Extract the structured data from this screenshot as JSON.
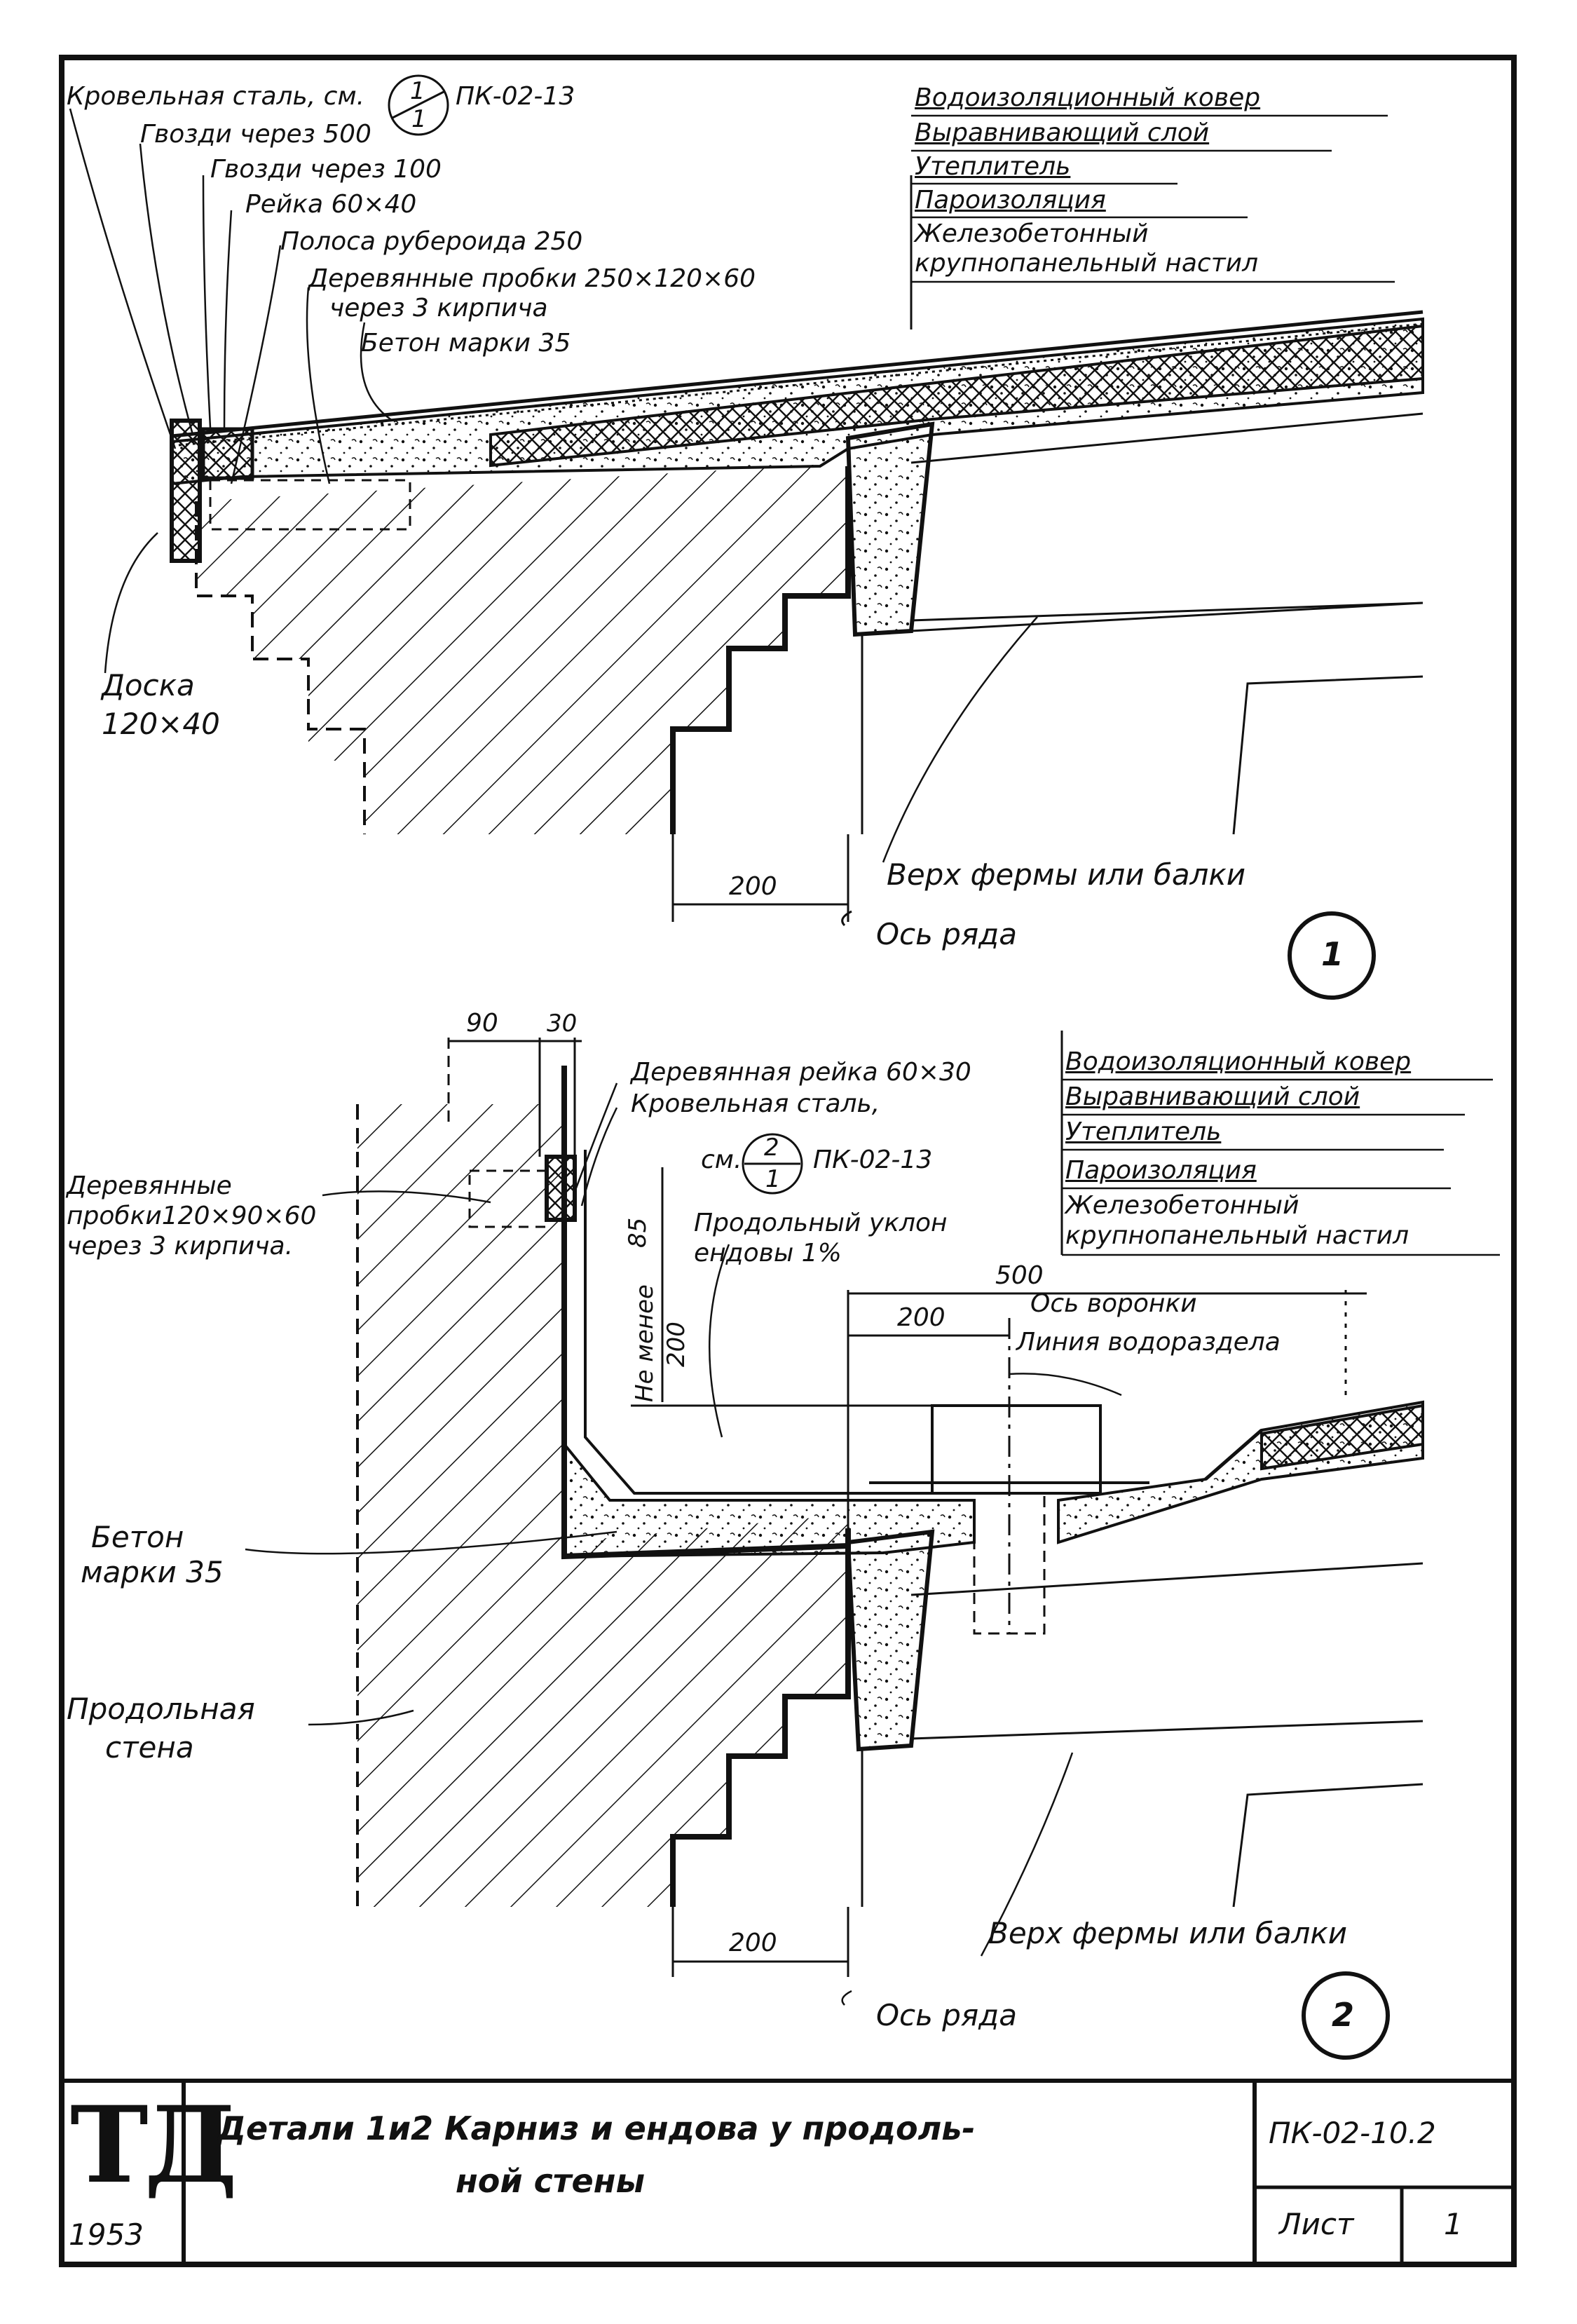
{
  "detail1": {
    "roof_steel": "Кровельная сталь, см.",
    "ref_circle_top": "1",
    "ref_circle_bottom": "1",
    "roof_steel_ref": "ПК-02-13",
    "nails_500": "Гвозди через 500",
    "nails_100": "Гвозди через 100",
    "batten": "Рейка 60×40",
    "ruberoid": "Полоса рубероида 250",
    "wood_plugs": "Деревянные пробки 250×120×60",
    "every_3_bricks": "через 3 кирпича",
    "concrete": "Бетон марки 35",
    "layers": [
      "Водоизоляционный ковер",
      "Выравнивающий слой",
      "Утеплитель",
      "Пароизоляция",
      "Железобетонный",
      "крупнопанельный настил"
    ],
    "board_1": "Доска",
    "board_2": "120×40",
    "dim_200": "200",
    "truss_top": "Верх фермы или балки",
    "row_axis": "Ось ряда",
    "number": "1"
  },
  "detail2": {
    "dim_90": "90",
    "dim_30": "30",
    "rail": "Деревянная рейка 60×30",
    "roof_steel": "Кровельная сталь,",
    "see": "см.",
    "ref_circle_top": "2",
    "ref_circle_bottom": "1",
    "roof_steel_ref": "ПК-02-13",
    "plugs_1": "Деревянные",
    "plugs_2": "пробки120×90×60",
    "plugs_3": "через 3 кирпича.",
    "dim_85": "85",
    "slope_1": "Продольный уклон",
    "slope_2": "ендовы 1%",
    "not_less_1": "Не менее",
    "not_less_2": "200",
    "dim_500": "500",
    "dim_200_funnel": "200",
    "funnel_axis": "Ось воронки",
    "watershed": "Линия водораздела",
    "layers": [
      "Водоизоляционный ковер",
      "Выравнивающий слой",
      "Утеплитель",
      "Пароизоляция",
      "Железобетонный",
      "крупнопанельный настил"
    ],
    "concrete_1": "Бетон",
    "concrete_2": "марки 35",
    "wall_1": "Продольная",
    "wall_2": "стена",
    "dim_200": "200",
    "truss_top": "Верх фермы или балки",
    "row_axis": "Ось ряда",
    "number": "2"
  },
  "title_block": {
    "stamp": "ТД",
    "year": "1953",
    "title_line1": "Детали 1и2 Карниз и ендова у продоль-",
    "title_line2": "ной стены",
    "code": "ПК-02-10.2",
    "sheet_label": "Лист",
    "sheet_number": "1"
  },
  "colors": {
    "ink": "#111111",
    "paper": "#ffffff"
  }
}
